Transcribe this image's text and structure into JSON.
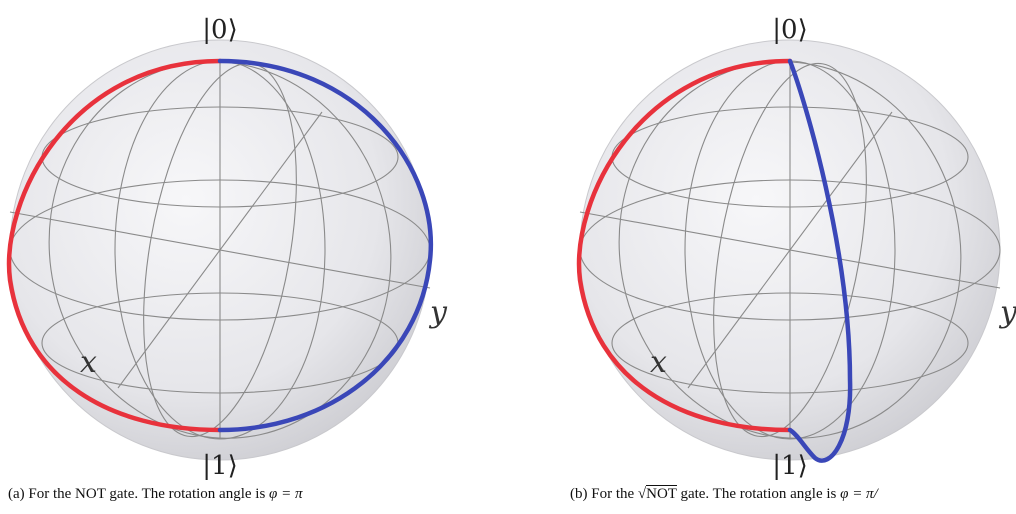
{
  "panels": [
    {
      "id": "a",
      "top_label": "|0⟩",
      "bottom_label": "|1⟩",
      "x_label": "x",
      "y_label": "y",
      "caption": {
        "prefix": "(a) For the NOT gate. The rotation angle is ",
        "angle": "φ = π"
      }
    },
    {
      "id": "b",
      "top_label": "|0⟩",
      "bottom_label": "|1⟩",
      "x_label": "x",
      "y_label": "y",
      "caption": {
        "prefix": "(b) For the ",
        "sqrt_symbol": "√",
        "gate": "NOT",
        "middle": " gate. The rotation angle is ",
        "angle": "φ = π/"
      }
    }
  ],
  "colors": {
    "red_path": "#e8323c",
    "blue_path": "#3a47b8",
    "grid": "#8a8a8a",
    "sphere_fill": "#e9e9ec"
  }
}
